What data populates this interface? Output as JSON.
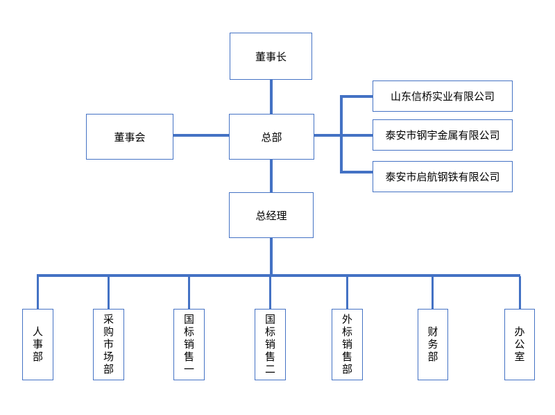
{
  "diagram": {
    "type": "org-chart",
    "colors": {
      "background": "#ffffff",
      "line": "#4472C4",
      "border": "#4472C4",
      "text": "#000000",
      "node_fill": "#ffffff"
    },
    "nodes": {
      "chairman": "董事长",
      "board": "董事会",
      "headquarters": "总部",
      "general_manager": "总经理"
    },
    "companies": [
      "山东信桥实业有限公司",
      "泰安市钢宇金属有限公司",
      "泰安市启航钢铁有限公司"
    ],
    "departments": [
      "人事部",
      "采购市场部",
      "国标销售一",
      "国标销售二",
      "外标销售部",
      "财务部",
      "办公室"
    ],
    "edges": [
      {
        "from": "董事长",
        "to": "总部"
      },
      {
        "from": "董事会",
        "to": "总部"
      },
      {
        "from": "总部",
        "to": "山东信桥实业有限公司"
      },
      {
        "from": "总部",
        "to": "泰安市钢宇金属有限公司"
      },
      {
        "from": "总部",
        "to": "泰安市启航钢铁有限公司"
      },
      {
        "from": "总部",
        "to": "总经理"
      },
      {
        "from": "总经理",
        "to": "人事部"
      },
      {
        "from": "总经理",
        "to": "采购市场部"
      },
      {
        "from": "总经理",
        "to": "国标销售一"
      },
      {
        "from": "总经理",
        "to": "国标销售二"
      },
      {
        "from": "总经理",
        "to": "外标销售部"
      },
      {
        "from": "总经理",
        "to": "财务部"
      },
      {
        "from": "总经理",
        "to": "办公室"
      }
    ]
  }
}
